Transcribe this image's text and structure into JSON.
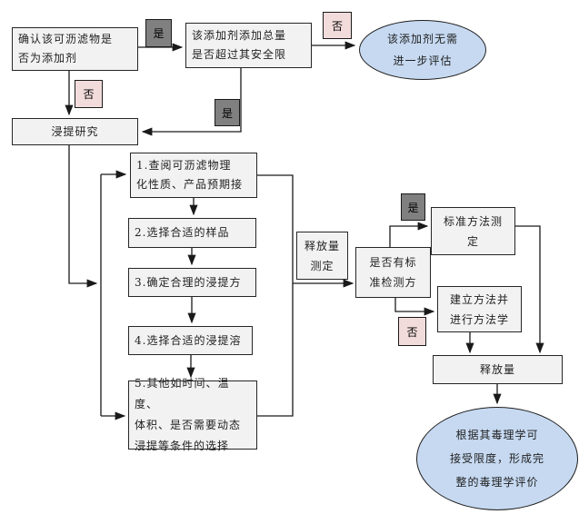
{
  "diagram": {
    "labels": {
      "yes": "是",
      "no": "否"
    },
    "nodes": {
      "confirm": {
        "text": "确认该可沥滤物是\n否为添加剂"
      },
      "total_limit": {
        "text": "该添加剂添加总量\n是否超过其安全限"
      },
      "no_further_eval": {
        "text": "该添加剂无需\n进一步评估"
      },
      "extraction_study": {
        "text": "浸提研究"
      },
      "step1": {
        "text": "1.查阅可沥滤物理\n化性质、产品预期接"
      },
      "step2": {
        "text": "2.选择合适的样品"
      },
      "step3": {
        "text": "3.确定合理的浸提方"
      },
      "step4": {
        "text": "4.选择合适的浸提溶"
      },
      "step5": {
        "text": "5.其他如时间、温度、\n体积、是否需要动态\n浸提等条件的选择"
      },
      "release_determination": {
        "text": "释放量\n测定"
      },
      "standard_method_q": {
        "text": "是否有标\n准检测方"
      },
      "standard_method_test": {
        "text": "标准方法测\n定"
      },
      "establish_method": {
        "text": "建立方法并\n进行方法学"
      },
      "release_amount": {
        "text": "释放量"
      },
      "tox_evaluation": {
        "text": "根据其毒理学可\n接受限度，形成完\n整的毒理学评价"
      }
    },
    "colors": {
      "box_fill": "#f2f2f2",
      "yes_fill": "#808080",
      "no_fill": "#f2dcdb",
      "ellipse_fill": "#c6d9f1",
      "line": "#1a1a1a"
    }
  }
}
